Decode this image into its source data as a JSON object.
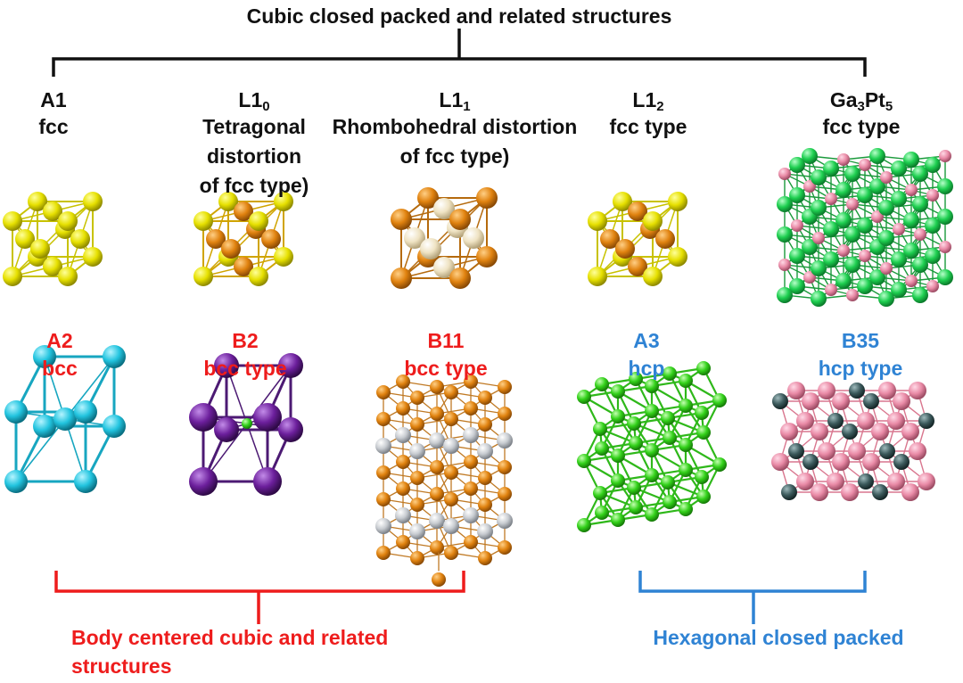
{
  "title": "Cubic closed packed and related structures",
  "top_row": [
    {
      "code": "A1",
      "sub": "",
      "lines": [
        "fcc"
      ]
    },
    {
      "code": "L1",
      "sub": "0",
      "lines": [
        "Tetragonal",
        "distortion",
        "of fcc type)"
      ]
    },
    {
      "code": "L1",
      "sub": "1",
      "lines": [
        "Rhombohedral distortion",
        "of fcc type)"
      ]
    },
    {
      "code": "L1",
      "sub": "2",
      "lines": [
        "fcc type"
      ]
    },
    {
      "code_parts": [
        "Ga",
        "3",
        "Pt",
        "5"
      ],
      "lines": [
        "fcc type"
      ]
    }
  ],
  "bottom_row": [
    {
      "code": "A2",
      "desc": "bcc"
    },
    {
      "code": "B2",
      "desc": "bcc type"
    },
    {
      "code": "B11",
      "desc": "bcc type"
    },
    {
      "code": "A3",
      "desc": "hcp"
    },
    {
      "code": "B35",
      "desc": "hcp type"
    }
  ],
  "groups": {
    "bcc_line1": "Body centered cubic and related",
    "bcc_line2": "structures",
    "hcp": "Hexagonal closed packed"
  },
  "colors": {
    "black": "#111111",
    "red": "#ee1c1c",
    "blue": "#2f83d4",
    "yellow_atom": "#e6e000",
    "orange_atom": "#e0820f",
    "cream_atom": "#efe3c3",
    "cyan_atom": "#22c4df",
    "purple_atom": "#6c1f9c",
    "green_atom": "#33d11a",
    "silver_atom": "#c7cbd0",
    "emerald_atom": "#1ecf50",
    "pink_atom": "#e98aa6",
    "slate_atom": "#3c5a5c"
  }
}
